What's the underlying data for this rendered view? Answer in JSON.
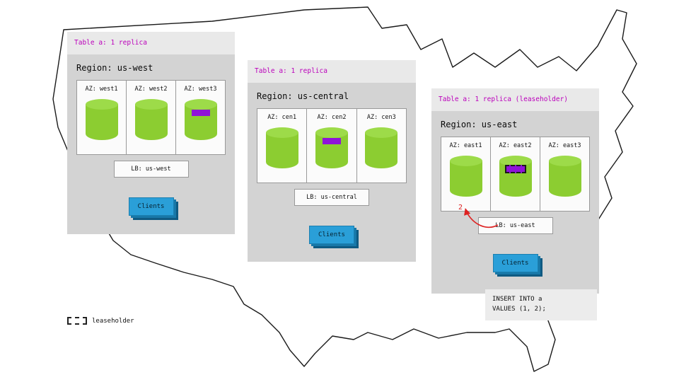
{
  "regions": [
    {
      "table_label": "Table a: 1 replica",
      "region_label": "Region: us-west",
      "azs": [
        {
          "label": "AZ: west1",
          "replica": false,
          "leaseholder": false
        },
        {
          "label": "AZ: west2",
          "replica": false,
          "leaseholder": false
        },
        {
          "label": "AZ: west3",
          "replica": true,
          "leaseholder": false
        }
      ],
      "lb_label": "LB: us-west",
      "clients_label": "Clients"
    },
    {
      "table_label": "Table a: 1 replica",
      "region_label": "Region: us-central",
      "azs": [
        {
          "label": "AZ: cen1",
          "replica": false,
          "leaseholder": false
        },
        {
          "label": "AZ: cen2",
          "replica": true,
          "leaseholder": false
        },
        {
          "label": "AZ: cen3",
          "replica": false,
          "leaseholder": false
        }
      ],
      "lb_label": "LB: us-central",
      "clients_label": "Clients"
    },
    {
      "table_label": "Table a: 1 replica (leaseholder)",
      "region_label": "Region: us-east",
      "azs": [
        {
          "label": "AZ: east1",
          "replica": false,
          "leaseholder": false
        },
        {
          "label": "AZ: east2",
          "replica": true,
          "leaseholder": true
        },
        {
          "label": "AZ: east3",
          "replica": false,
          "leaseholder": false
        }
      ],
      "lb_label": "LB: us-east",
      "clients_label": "Clients"
    }
  ],
  "annotation": {
    "step_label": "2"
  },
  "sql_note": {
    "lines": [
      "INSERT INTO a",
      "VALUES (1, 2);"
    ]
  },
  "legend": {
    "leaseholder_label": "leaseholder"
  },
  "colors": {
    "replica": "#8f13d8",
    "header_text": "#bb00bb",
    "cylinder": "#8ccd31",
    "clients": "#2a9fd8",
    "arrow": "#dd2222"
  }
}
